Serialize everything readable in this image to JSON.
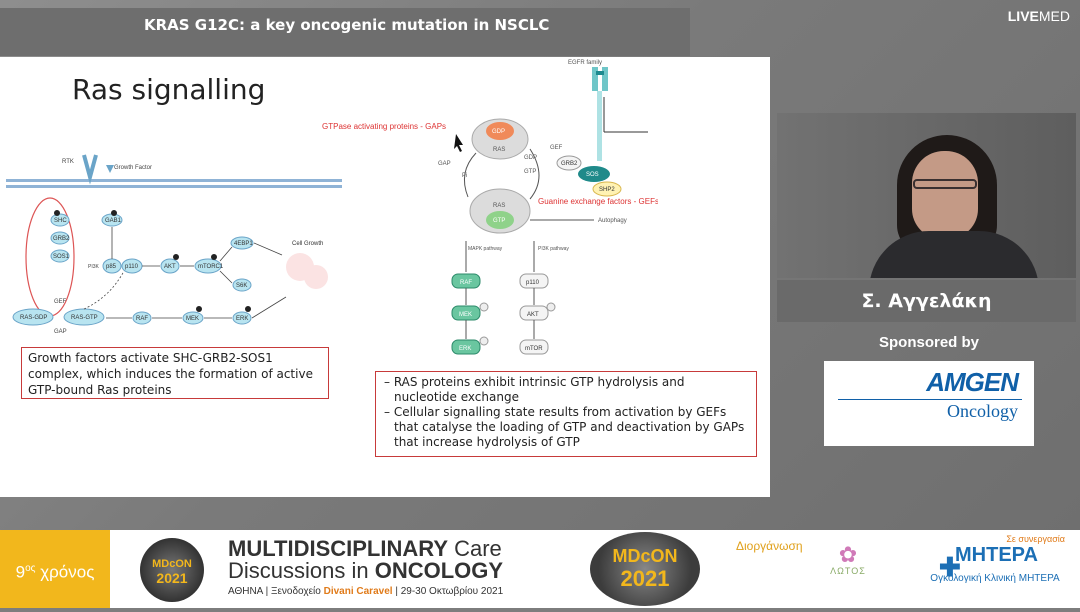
{
  "header": {
    "title": "KRAS G12C: a key oncogenic mutation in NSCLC",
    "brand_bold": "LIVE",
    "brand_rest": "MED"
  },
  "slide": {
    "title": "Ras signalling",
    "left_diagram": {
      "labels": [
        "RTK",
        "Growth Factor",
        "SHC",
        "GRB2",
        "SOS1",
        "GAB1",
        "PI3K",
        "p85",
        "p110",
        "AKT",
        "mTORC1",
        "4EBP1",
        "S6K",
        "Cell Growth",
        "GEF",
        "RAS-GDP",
        "RAS-GTP",
        "GAP",
        "RAF",
        "MEK",
        "ERK",
        "P"
      ]
    },
    "right_diagram": {
      "labels": [
        "EGFR family",
        "GTPase activating proteins - GAPs",
        "GDP",
        "RAS",
        "GAP",
        "Pi",
        "GEF",
        "GDP",
        "GTP",
        "GRB2",
        "SOS",
        "SHP2",
        "Guanine exchange factors - GEFs",
        "RAS",
        "GTP",
        "Autophagy",
        "MAPK pathway",
        "PI3K pathway",
        "RAF",
        "p110",
        "MEK",
        "AKT",
        "ERK",
        "mTOR",
        "P"
      ]
    },
    "box1_text": "Growth factors activate SHC-GRB2-SOS1 complex, which induces the formation of active GTP-bound Ras proteins",
    "box2_items": [
      "– RAS proteins exhibit intrinsic GTP hydrolysis and nucleotide exchange",
      "– Cellular signalling state results from activation by GEFs that catalyse the loading of GTP and deactivation by GAPs that increase hydrolysis of  GTP"
    ]
  },
  "speaker": {
    "name": "Σ. Αγγελάκη"
  },
  "sponsor": {
    "label": "Sponsored by",
    "company": "AMGEN",
    "division": "Oncology"
  },
  "footer": {
    "year_num": "9",
    "year_sup": "ος",
    "year_text": "χρόνος",
    "event_logo_top": "MDcON",
    "event_logo_year": "2021",
    "line1_bold": "MULTIDISCIPLINARY",
    "line1_rest": " Care",
    "line2_rest": "Discussions in ",
    "line2_bold": "ONCOLOGY",
    "line3_pre": "ΑΘΗΝΑ | Ξενοδοχείο ",
    "line3_hotel": "Divani Caravel",
    "line3_post": " | 29-30 Οκτωβρίου 2021",
    "organizer": "Διοργάνωση",
    "lotos": "ΛΩΤΟΣ",
    "collab": "Σε συνεργασία",
    "mitera": "ΜΗΤΕΡΑ",
    "mitera_sub": "Ογκολογική Κλινική ΜΗΤΕΡΑ"
  }
}
